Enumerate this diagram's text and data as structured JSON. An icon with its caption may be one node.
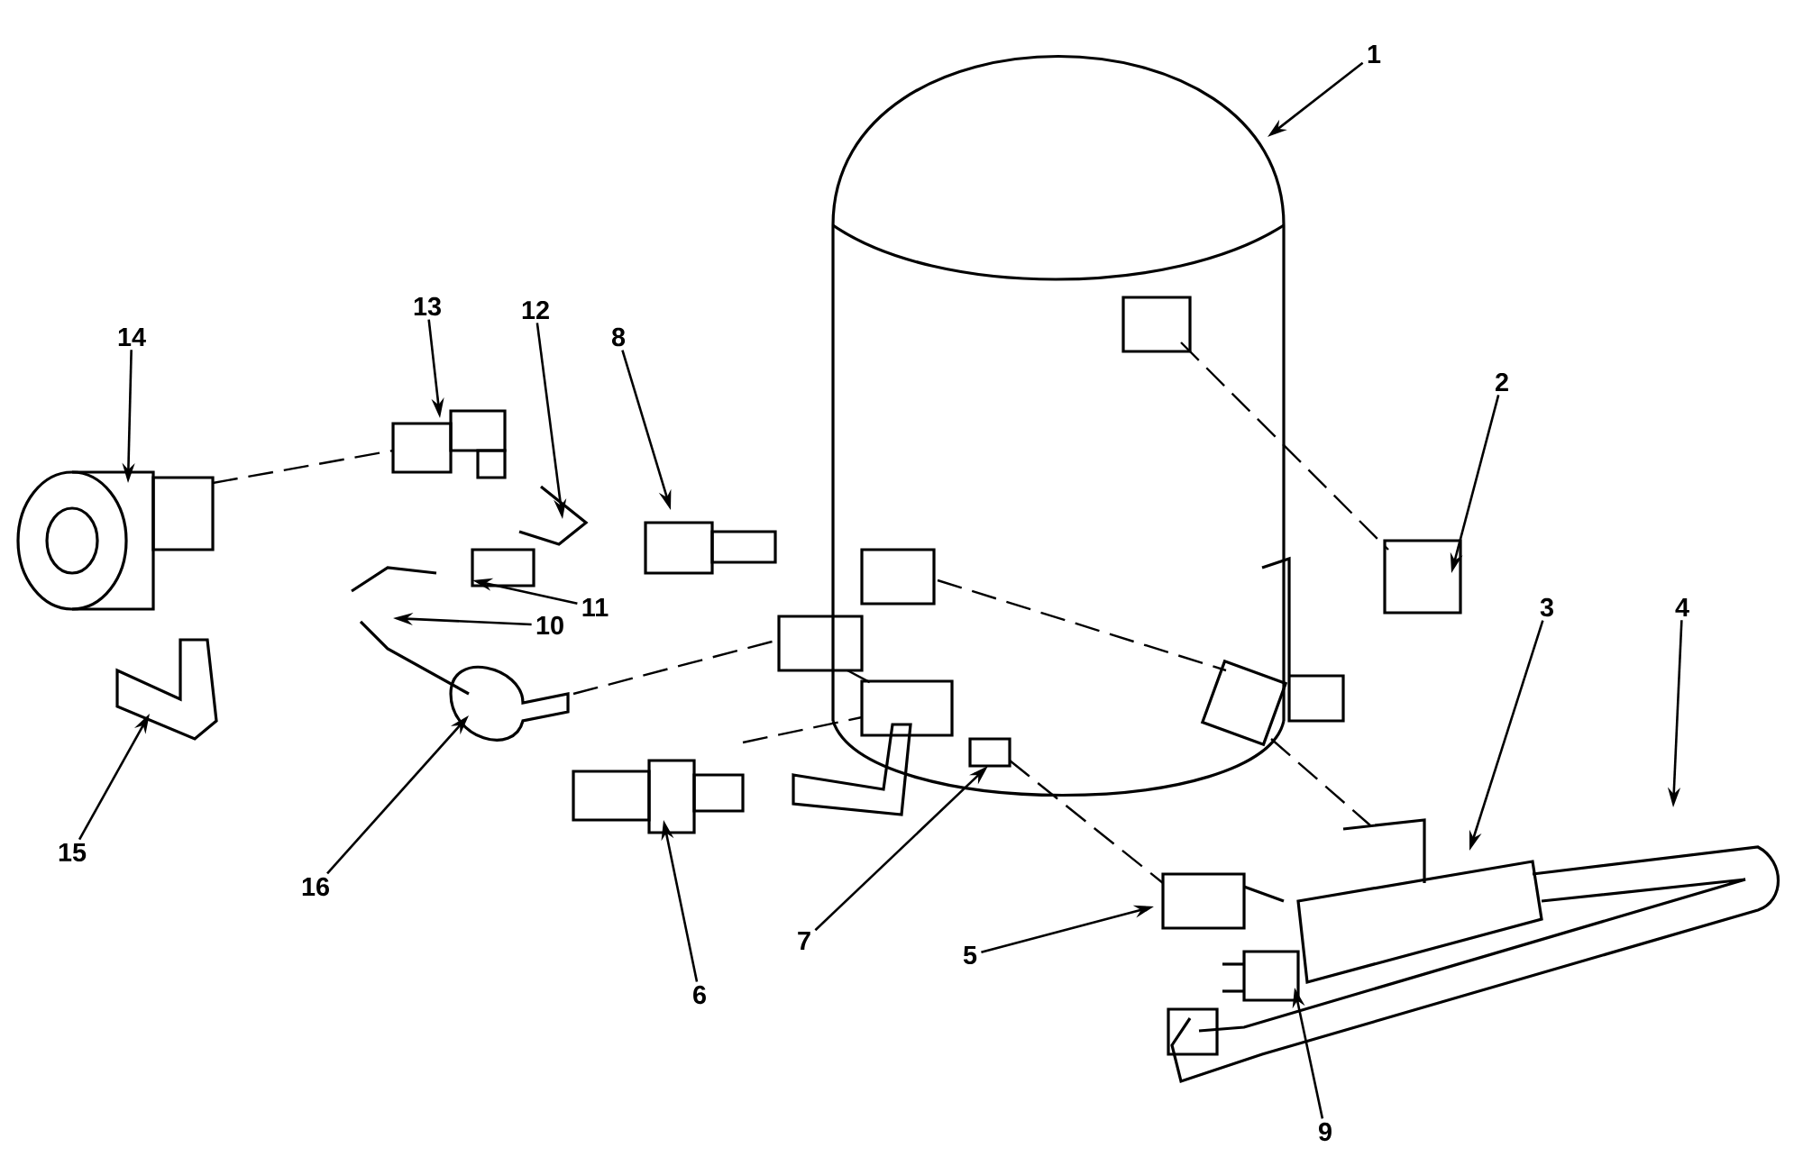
{
  "diagram": {
    "nodes": [
      {
        "text": [
          "1"
        ]
      },
      {
        "text": [
          "2"
        ]
      },
      {
        "text": [
          "3"
        ]
      },
      {
        "text": [
          "4"
        ]
      },
      {
        "text": [
          "5"
        ]
      },
      {
        "text": [
          "6"
        ]
      },
      {
        "text": [
          "7"
        ]
      },
      {
        "text": [
          "8"
        ]
      },
      {
        "text": [
          "9"
        ]
      },
      {
        "text": [
          "10"
        ]
      },
      {
        "text": [
          "11"
        ]
      },
      {
        "text": [
          "12"
        ]
      },
      {
        "text": [
          "13"
        ]
      },
      {
        "text": [
          "14"
        ]
      },
      {
        "text": [
          "15"
        ]
      },
      {
        "text": [
          "16"
        ]
      }
    ],
    "edges": [
      {
        "from": 0,
        "to": null,
        "arrow": "to"
      },
      {
        "from": 1,
        "to": null,
        "arrow": "to"
      },
      {
        "from": 2,
        "to": null,
        "arrow": "to"
      },
      {
        "from": 3,
        "to": null,
        "arrow": "to"
      },
      {
        "from": 4,
        "to": null,
        "arrow": "to"
      },
      {
        "from": 5,
        "to": null,
        "arrow": "to"
      },
      {
        "from": 6,
        "to": null,
        "arrow": "to"
      },
      {
        "from": 7,
        "to": null,
        "arrow": "to"
      },
      {
        "from": 8,
        "to": null,
        "arrow": "to"
      },
      {
        "from": 9,
        "to": null,
        "arrow": "to"
      },
      {
        "from": 10,
        "to": null,
        "arrow": "to"
      },
      {
        "from": 11,
        "to": null,
        "arrow": "to"
      },
      {
        "from": 12,
        "to": null,
        "arrow": "to"
      },
      {
        "from": 13,
        "to": null,
        "arrow": "to"
      },
      {
        "from": 14,
        "to": null,
        "arrow": "to"
      },
      {
        "from": 15,
        "to": null,
        "arrow": "to"
      }
    ]
  }
}
